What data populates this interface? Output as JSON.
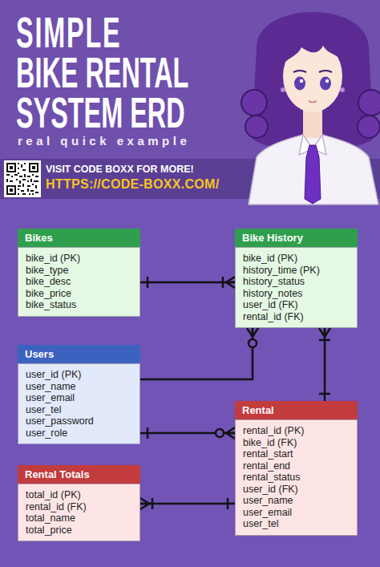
{
  "diagram": {
    "title": "SIMPLE BIKE RENTAL SYSTEM ERD",
    "nodes": [
      {
        "text": [
          "Bikes",
          "bike_id (PK)",
          "bike_type",
          "bike_desc",
          "bike_price",
          "bike_status"
        ]
      },
      {
        "text": [
          "Bike History",
          "bike_id (PK)",
          "history_time (PK)",
          "history_status",
          "history_notes",
          "user_id (FK)",
          "rental_id (FK)"
        ]
      },
      {
        "text": [
          "Users",
          "user_id (PK)",
          "user_name",
          "user_email",
          "user_tel",
          "user_password",
          "user_role"
        ]
      },
      {
        "text": [
          "Rental",
          "rental_id (PK)",
          "bike_id (FK)",
          "rental_start",
          "rental_end",
          "rental_status",
          "user_id (FK)",
          "user_name",
          "user_email",
          "user_tel"
        ]
      },
      {
        "text": [
          "Rental Totals",
          "total_id (PK)",
          "rental_id (FK)",
          "total_name",
          "total_price"
        ]
      }
    ],
    "edges": [
      {
        "from": 0,
        "to": 1,
        "arrow": "both"
      },
      {
        "from": 2,
        "to": 1,
        "arrow": "to"
      },
      {
        "from": 2,
        "to": 3,
        "arrow": "both"
      },
      {
        "from": 1,
        "to": 3,
        "arrow": "both"
      },
      {
        "from": 4,
        "to": 3,
        "arrow": "both"
      }
    ],
    "labels": [
      "real quick example",
      "VISIT CODE BOXX FOR MORE!",
      "HTTPS://CODE-BOXX.COM/"
    ]
  }
}
